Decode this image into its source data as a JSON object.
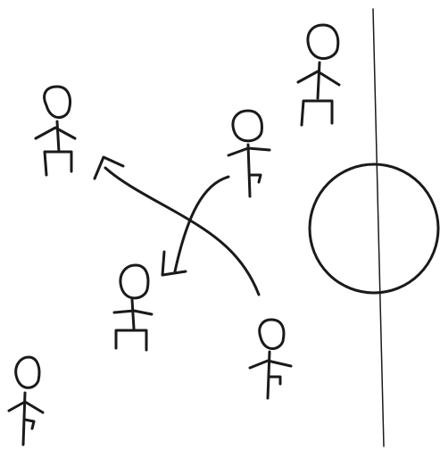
{
  "sketch": {
    "ink_color": "#1a1a1a",
    "background_color": "#ffffff",
    "figures": [
      {
        "id": "player-1",
        "icon": "stick-figure"
      },
      {
        "id": "player-2",
        "icon": "stick-figure"
      },
      {
        "id": "player-3",
        "icon": "stick-figure"
      },
      {
        "id": "player-4",
        "icon": "stick-figure"
      },
      {
        "id": "player-5",
        "icon": "stick-figure"
      },
      {
        "id": "player-6",
        "icon": "stick-figure"
      }
    ],
    "arrows": [
      {
        "id": "long-arrow",
        "icon": "hand-drawn-arrow"
      },
      {
        "id": "short-arrow",
        "icon": "hand-drawn-arrow"
      }
    ],
    "field_marks": [
      {
        "id": "halfway-line",
        "icon": "vertical-line"
      },
      {
        "id": "center-circle",
        "icon": "circle"
      }
    ]
  }
}
